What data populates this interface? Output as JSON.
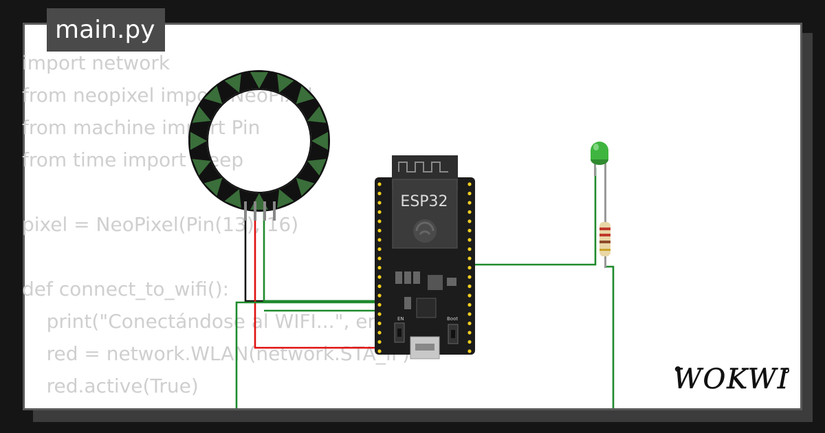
{
  "file_tab": {
    "label": "main.py"
  },
  "code": {
    "lines": [
      "import network",
      "from neopixel import NeoPixel",
      "from machine import Pin",
      "from time import sleep",
      "",
      "pixel = NeoPixel(Pin(13), 16)",
      "",
      "def connect_to_wifi():",
      "    print(\"Conectándose al WIFI...\", end=\"\")",
      "    red = network.WLAN(network.STA_IF)",
      "    red.active(True)"
    ]
  },
  "board": {
    "label": "ESP32",
    "en_label": "EN",
    "boot_label": "Boot"
  },
  "brand": {
    "label": "WOKWI"
  },
  "colors": {
    "background": "#151515",
    "card": "#ffffff",
    "wire_green": "#1f8a2c",
    "wire_red": "#e01010",
    "wire_black": "#111111",
    "led_green": "#3fb53f",
    "board_black": "#1c1c1c",
    "pin_yellow": "#f5d020",
    "ring_pixel": "#3a6e3a"
  }
}
